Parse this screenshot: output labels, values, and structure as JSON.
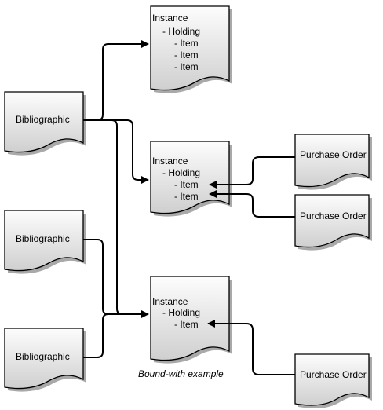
{
  "diagram": {
    "bib1": {
      "label": "Bibliographic"
    },
    "bib2": {
      "label": "Bibliographic"
    },
    "bib3": {
      "label": "Bibliographic"
    },
    "instance1": {
      "lines": [
        "Instance",
        "- Holding",
        "- Item",
        "- Item",
        "- Item"
      ]
    },
    "instance2": {
      "lines": [
        "Instance",
        "- Holding",
        "- Item",
        "- Item"
      ]
    },
    "instance3": {
      "lines": [
        "Instance",
        "- Holding",
        "- Item"
      ]
    },
    "po1": {
      "label": "Purchase Order"
    },
    "po2": {
      "label": "Purchase Order"
    },
    "po3": {
      "label": "Purchase Order"
    },
    "caption": "Bound-with example"
  }
}
